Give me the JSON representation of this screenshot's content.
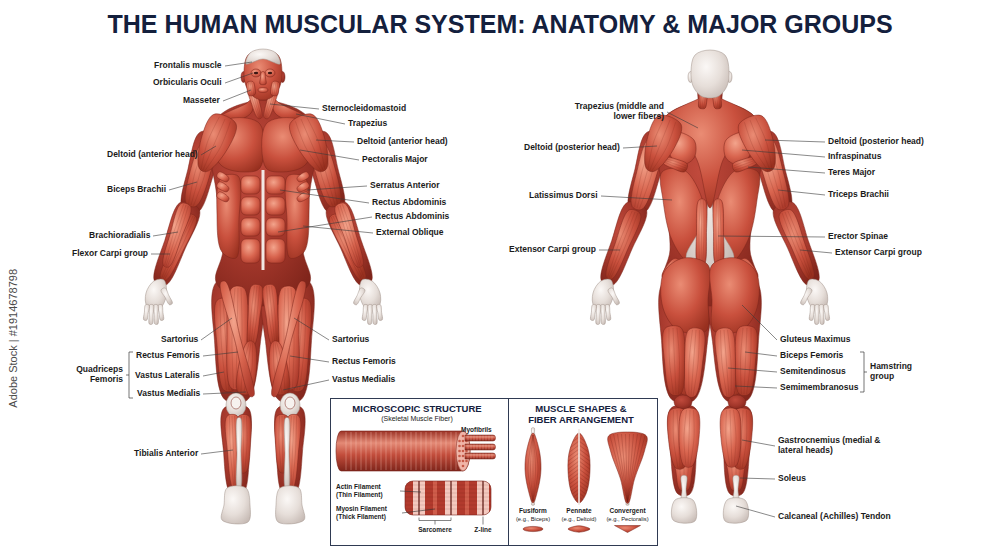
{
  "diagram": {
    "title": "THE HUMAN MUSCULAR SYSTEM: ANATOMY & MAJOR GROUPS",
    "nodes": [
      {
        "text": [
          "MICROSCOPIC STRUCTURE",
          "(Skeletal Muscle Fiber)",
          "Myofibrils",
          "Actin Filament (Thin Filament)",
          "Myosin Filament (Thick Filament)",
          "Sarcomere",
          "Z-line"
        ]
      },
      {
        "text": [
          "MUSCLE SHAPES & FIBER ARRANGEMENT",
          "Fusiform",
          "(e.g., Biceps)",
          "Pennate",
          "(e.g., Deltoid)",
          "Convergent",
          "(e.g., Pectoralis)"
        ]
      }
    ],
    "labels": [
      "Frontalis muscle",
      "Orbicularis Oculi",
      "Masseter",
      "Deltoid (anterior head)",
      "Biceps Brachii",
      "Brachioradialis",
      "Flexor Carpi group",
      "Sartorius",
      "Quadriceps Femoris",
      "Rectus Femoris",
      "Vastus Lateralis",
      "Vastus Medialis",
      "Tibialis Anterior",
      "Sternocleidomastoid",
      "Trapezius",
      "Deltoid (anterior head)",
      "Pectoralis Major",
      "Serratus Anterior",
      "Rectus Abdominis",
      "Rectus Abdominis",
      "External Oblique",
      "Sartorius",
      "Rectus Femoris",
      "Vastus Medialis",
      "Trapezius (middle and lower fibers)",
      "Deltoid (posterior head)",
      "Latissimus Dorsi",
      "Extensor Carpi group",
      "Deltoid (posterior head)",
      "Infraspinatus",
      "Teres Major",
      "Triceps Brachii",
      "Erector Spinae",
      "Extensor Carpi group",
      "Gluteus Maximus",
      "Biceps Femoris",
      "Semitendinosus",
      "Semimembranosus",
      "Hamstring group",
      "Gastrocnemius (medial & lateral heads)",
      "Soleus",
      "Calcaneal (Achilles) Tendon",
      "Adobe Stock | #1914678798"
    ]
  }
}
